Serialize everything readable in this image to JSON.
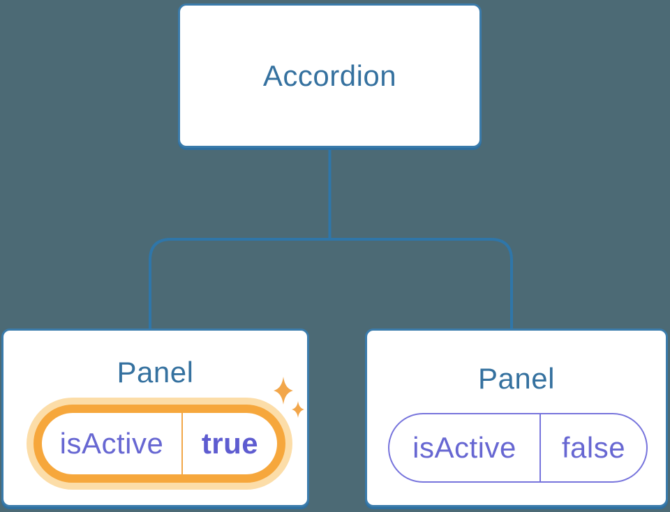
{
  "diagram": {
    "type": "component-tree",
    "root": {
      "label": "Accordion"
    },
    "children": [
      {
        "title": "Panel",
        "state": {
          "key": "isActive",
          "value": "true"
        },
        "highlighted": true,
        "icon": "sparkles-icon"
      },
      {
        "title": "Panel",
        "state": {
          "key": "isActive",
          "value": "false"
        },
        "highlighted": false
      }
    ]
  },
  "colors": {
    "background": "#4C6A75",
    "node_fill": "#FFFFFF",
    "node_border_blue": "#3A7BAB",
    "connector_blue": "#2F76A9",
    "node_text_blue": "#35719F",
    "state_text_purple": "#6767D2",
    "state_border_purple": "#7673DC",
    "highlight_orange": "#F6A73C",
    "highlight_glow_orange": "#FCDDA8",
    "sparkle_orange": "#F2A64A"
  }
}
